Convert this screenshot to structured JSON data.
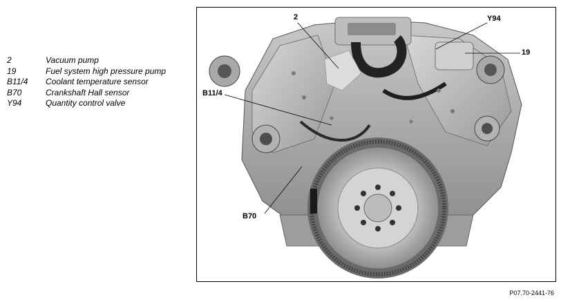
{
  "legend": [
    {
      "code": "2",
      "description": "Vacuum pump"
    },
    {
      "code": "19",
      "description": "Fuel system high pressure pump"
    },
    {
      "code": "B11/4",
      "description": "Coolant temperature sensor"
    },
    {
      "code": "B70",
      "description": "Crankshaft Hall sensor"
    },
    {
      "code": "Y94",
      "description": "Quantity control valve"
    }
  ],
  "callouts": {
    "vacuum_pump": "2",
    "quantity_valve": "Y94",
    "hp_pump": "19",
    "coolant_sensor": "B11/4",
    "crank_sensor": "B70"
  },
  "figure_id": "P07.70-2441-76"
}
